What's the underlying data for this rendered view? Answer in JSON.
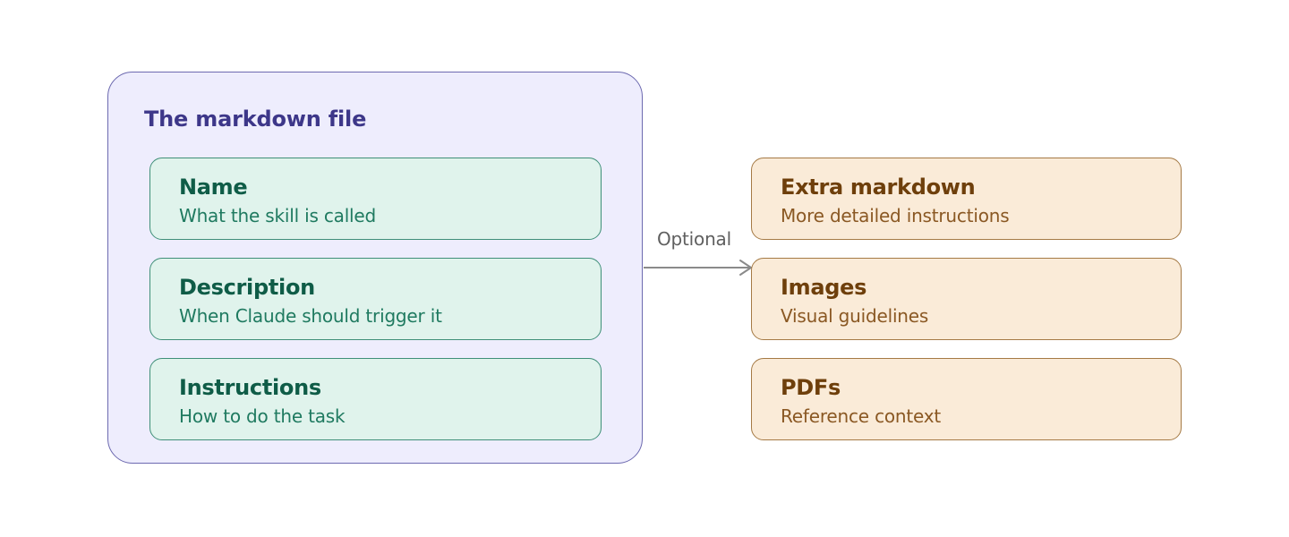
{
  "main": {
    "title": "The markdown file",
    "items": [
      {
        "title": "Name",
        "description": "What the skill is called"
      },
      {
        "title": "Description",
        "description": "When Claude should trigger it"
      },
      {
        "title": "Instructions",
        "description": "How to do the task"
      }
    ]
  },
  "connector": {
    "label": "Optional"
  },
  "optional": {
    "items": [
      {
        "title": "Extra markdown",
        "description": "More detailed instructions"
      },
      {
        "title": "Images",
        "description": "Visual guidelines"
      },
      {
        "title": "PDFs",
        "description": "Reference context"
      }
    ]
  },
  "colors": {
    "main_fill": "#eeedfd",
    "main_border": "#6d6ab0",
    "main_title": "#3d3789",
    "green_fill": "#e0f3ec",
    "green_border": "#3f8f78",
    "orange_fill": "#faebd8",
    "orange_border": "#a57a45",
    "arrow": "#8a8a8a"
  }
}
